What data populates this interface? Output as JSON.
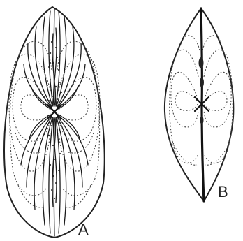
{
  "panels": [
    {
      "id": "A",
      "label": "A"
    },
    {
      "id": "B",
      "label": "B"
    }
  ]
}
